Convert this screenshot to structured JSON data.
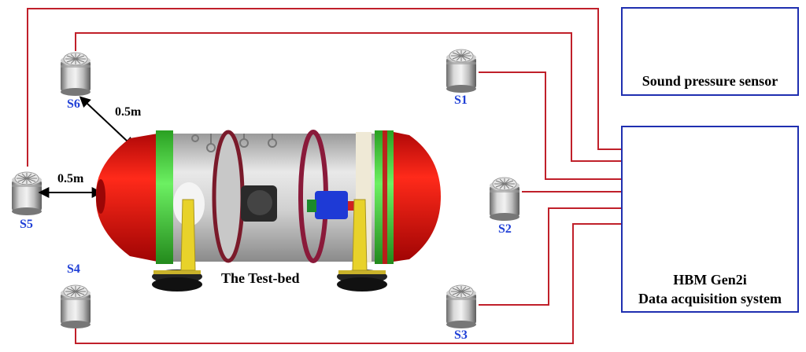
{
  "sensors": [
    {
      "id": "S1",
      "label": "S1"
    },
    {
      "id": "S2",
      "label": "S2"
    },
    {
      "id": "S3",
      "label": "S3"
    },
    {
      "id": "S4",
      "label": "S4"
    },
    {
      "id": "S5",
      "label": "S5"
    },
    {
      "id": "S6",
      "label": "S6"
    }
  ],
  "distances": {
    "s6_to_testbed": "0.5m",
    "s5_to_testbed": "0.5m"
  },
  "testbed": {
    "label": "The Test-bed"
  },
  "legend": {
    "label": "Sound pressure sensor"
  },
  "daq": {
    "line1": "HBM Gen2i",
    "line2": "Data acquisition system"
  },
  "colors": {
    "wire": "#c0202a",
    "box_border": "#1f2fb0",
    "sensor_label": "#1f3fd6",
    "endcap": "#e81818",
    "ring_green": "#44d13a",
    "support": "#e8d22a"
  }
}
